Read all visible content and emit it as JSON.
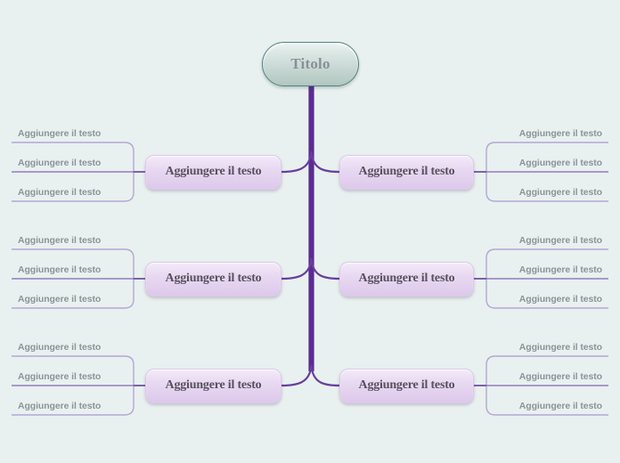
{
  "title": {
    "label": "Titolo"
  },
  "colors": {
    "background": "#e8f1ef",
    "trunk": "#5c2b91",
    "branch_curve": "#6b3e9e",
    "leaf_line_outer": "#b6a5d6",
    "leaf_line_mid": "#957bbd",
    "leaf_stub": "#7351a4",
    "branch_box_fill": "#e7d7f1",
    "branch_box_text": "#57515d",
    "title_fill": "#cfdeda",
    "title_border": "#4e8484",
    "title_text": "#8a9097",
    "leaf_text": "#8d939b"
  },
  "rows": [
    {
      "left": {
        "label": "Aggiungere il testo",
        "leaves": [
          "Aggiungere il testo",
          "Aggiungere il testo",
          "Aggiungere il testo"
        ]
      },
      "right": {
        "label": "Aggiungere il testo",
        "leaves": [
          "Aggiungere il testo",
          "Aggiungere il testo",
          "Aggiungere il testo"
        ]
      }
    },
    {
      "left": {
        "label": "Aggiungere il testo",
        "leaves": [
          "Aggiungere il testo",
          "Aggiungere il testo",
          "Aggiungere il testo"
        ]
      },
      "right": {
        "label": "Aggiungere il testo",
        "leaves": [
          "Aggiungere il testo",
          "Aggiungere il testo",
          "Aggiungere il testo"
        ]
      }
    },
    {
      "left": {
        "label": "Aggiungere il testo",
        "leaves": [
          "Aggiungere il testo",
          "Aggiungere il testo",
          "Aggiungere il testo"
        ]
      },
      "right": {
        "label": "Aggiungere il testo",
        "leaves": [
          "Aggiungere il testo",
          "Aggiungere il testo",
          "Aggiungere il testo"
        ]
      }
    }
  ]
}
